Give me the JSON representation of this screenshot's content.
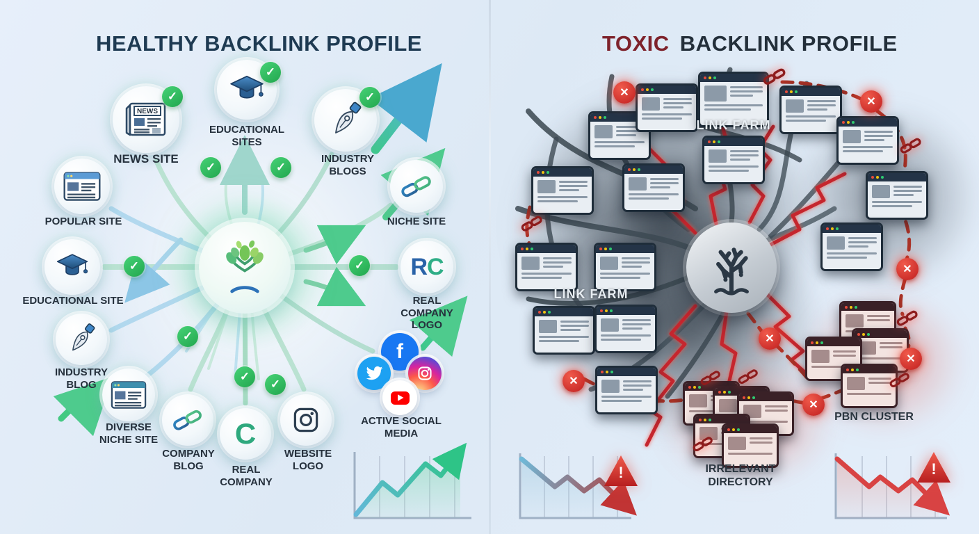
{
  "icons": {
    "check": "✓",
    "cross": "✕",
    "warning": "!"
  },
  "healthy": {
    "title": "HEALTHY BACKLINK PROFILE",
    "news_masthead": "NEWS",
    "logo_r": "R",
    "logo_c": "C",
    "logo_c_single": "C",
    "facebook_f": "f",
    "nodes": {
      "news_site": "NEWS SITE",
      "educational_sites": "EDUCATIONAL SITES",
      "industry_blogs": "INDUSTRY BLOGS",
      "popular_site": "POPULAR SITE",
      "niche_site": "NICHE SITE",
      "educational_site": "EDUCATIONAL SITE",
      "real_company_logo": "REAL COMPANY LOGO",
      "industry_blog": "INDUSTRY BLOG",
      "diverse_niche_site": "DIVERSE NICHE SITE",
      "company_blog": "COMPANY BLOG",
      "real_company": "REAL COMPANY",
      "website_logo": "WEBSITE LOGO",
      "active_social_media": "ACTIVE SOCIAL MEDIA"
    }
  },
  "toxic": {
    "title_word": "TOXIC",
    "title_rest": "BACKLINK PROFILE",
    "labels": {
      "link_farm_top": "LINK FARM",
      "link_farm_left": "LINK FARM",
      "irrelevant_directory": "IRRELEVANT DIRECTORY",
      "pbn_cluster": "PBN CLUSTER"
    }
  },
  "colors": {
    "healthy_green": "#2fbf6b",
    "toxic_red": "#c5282f",
    "title_navy": "#1e3a52",
    "toxic_maroon": "#7e222b"
  }
}
